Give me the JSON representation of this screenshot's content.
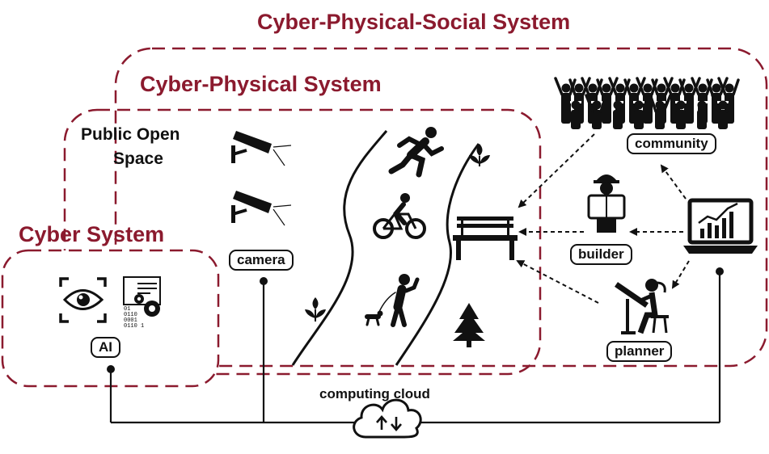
{
  "titles": {
    "cpss": "Cyber-Physical-Social System",
    "cps": "Cyber-Physical System",
    "cs": "Cyber System"
  },
  "pos_label_line1": "Public Open",
  "pos_label_line2": "Space",
  "labels": {
    "camera": "camera",
    "ai": "AI",
    "community": "community",
    "builder": "builder",
    "planner": "planner",
    "cloud": "computing cloud"
  },
  "code_text": [
    "01",
    "0110",
    "0001",
    "0110 1"
  ],
  "colors": {
    "frame": "#8b1a2e",
    "ink": "#111111",
    "background": "#ffffff"
  },
  "icons": [
    "cctv-camera-icon",
    "eye-scan-icon",
    "data-gear-icon",
    "runner-icon",
    "cyclist-icon",
    "dog-walker-icon",
    "bench-icon",
    "tree-icon",
    "plant-icon",
    "crowd-icon",
    "construction-worker-icon",
    "drafting-planner-icon",
    "laptop-chart-icon",
    "cloud-sync-icon"
  ]
}
